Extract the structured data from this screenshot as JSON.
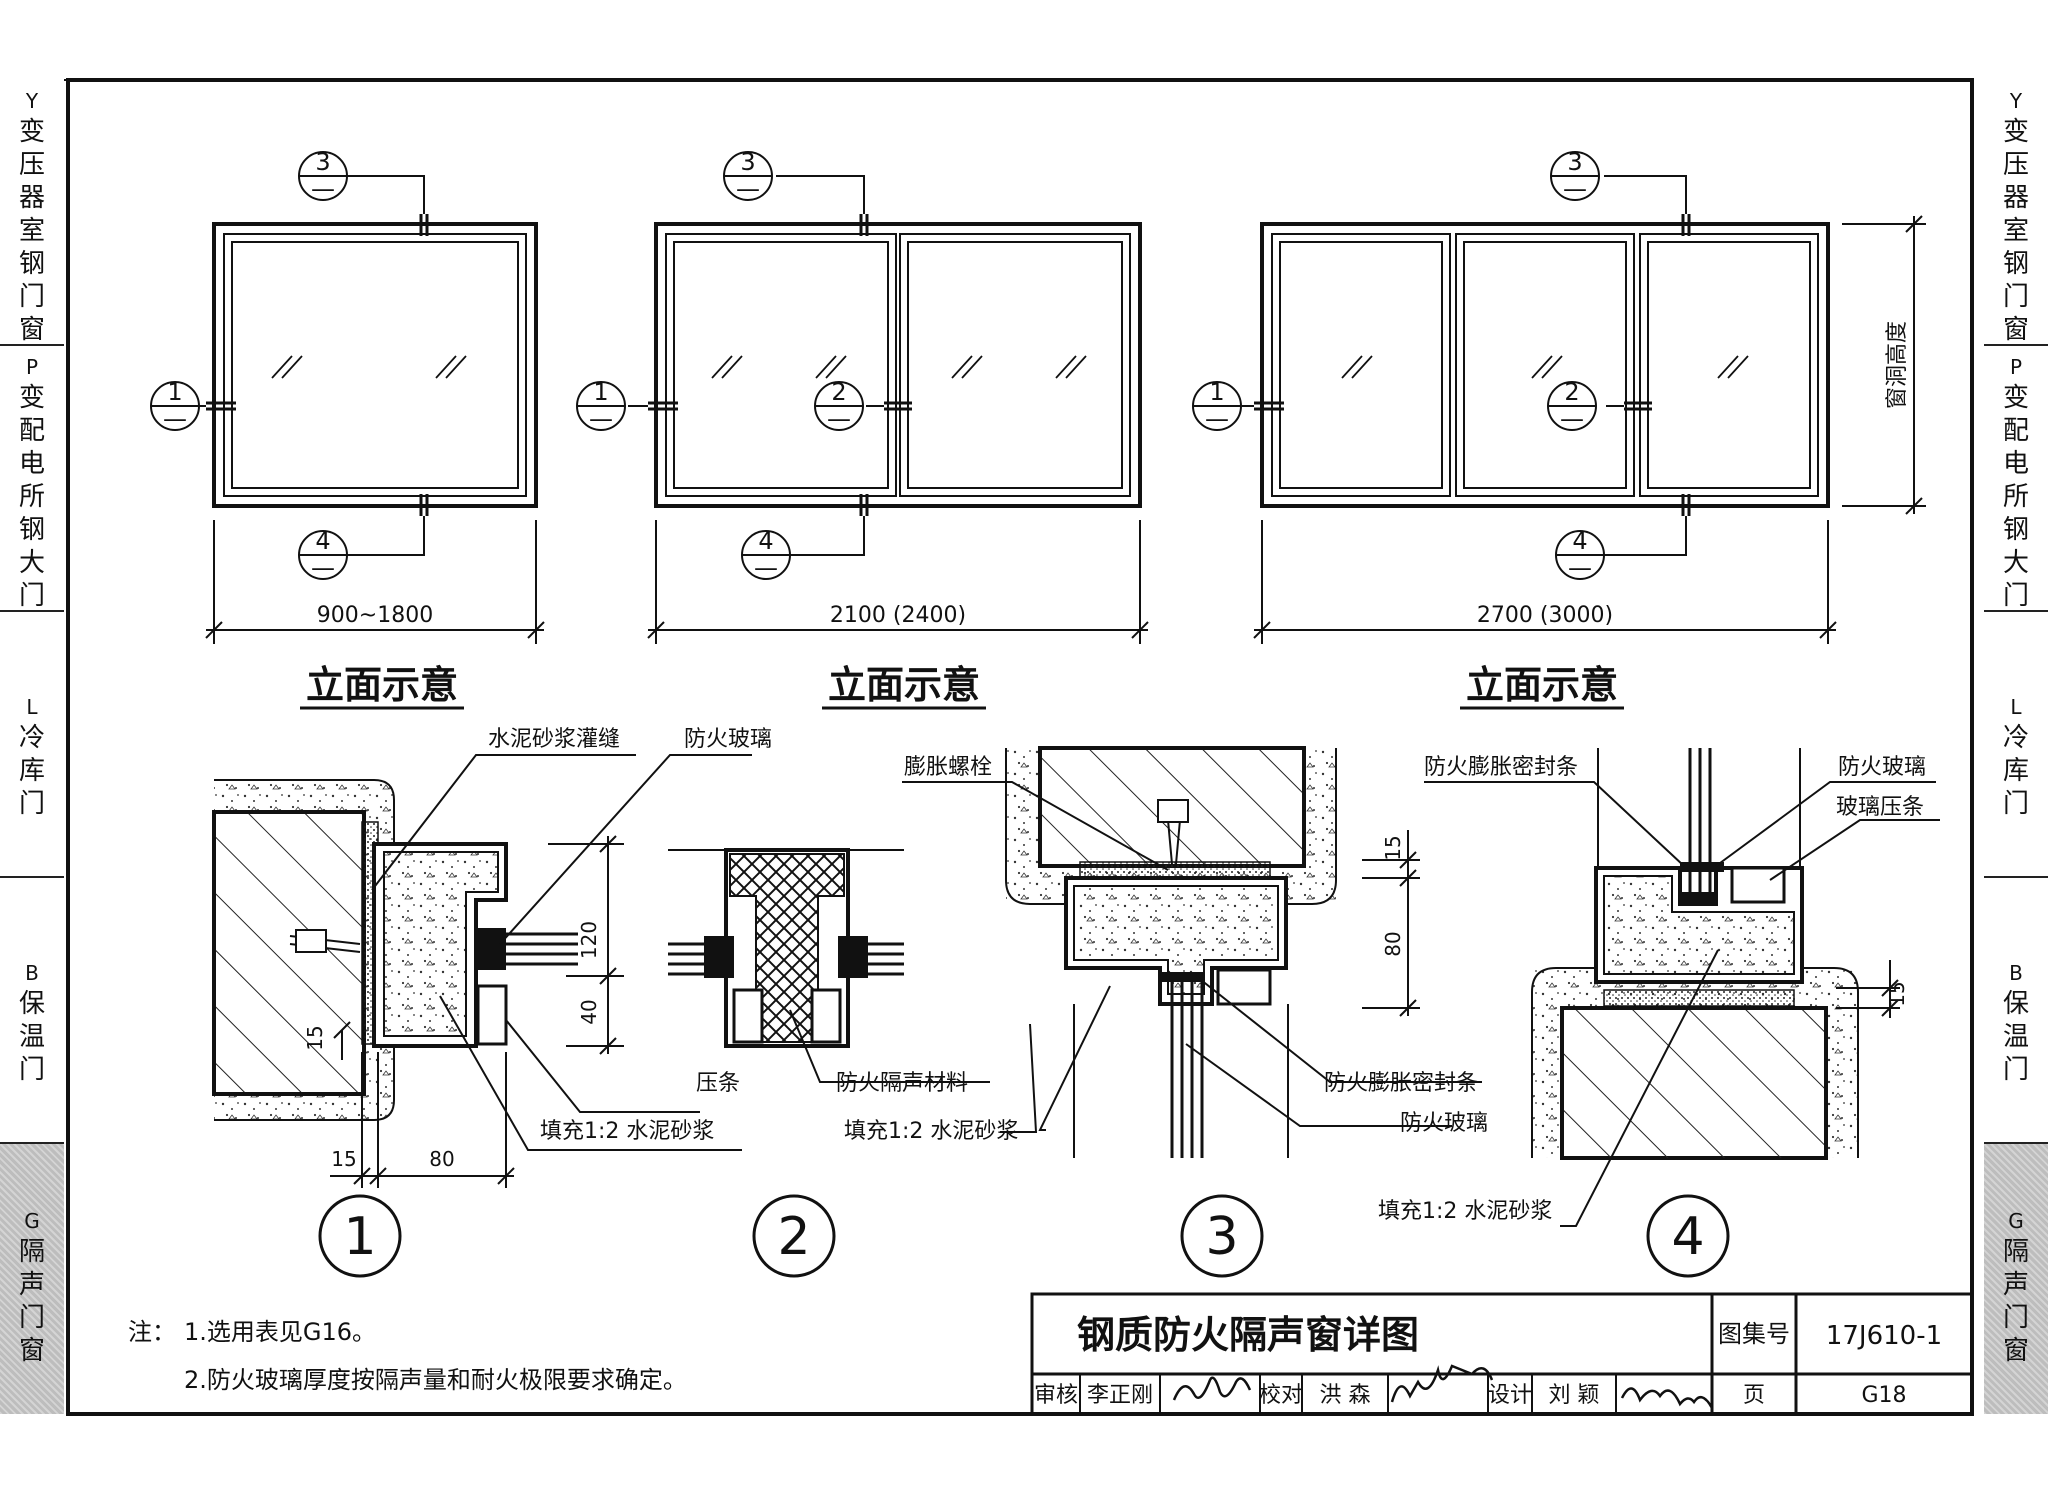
{
  "side_tabs": [
    {
      "letter": "Y",
      "label": "变压器室钢门窗",
      "active": false
    },
    {
      "letter": "P",
      "label": "变配电所钢大门",
      "active": false
    },
    {
      "letter": "L",
      "label": "冷库门",
      "active": false
    },
    {
      "letter": "B",
      "label": "保温门",
      "active": false
    },
    {
      "letter": "G",
      "label": "隔声门窗",
      "active": true
    }
  ],
  "elevations": [
    {
      "caption": "立面示意",
      "dimension": "900~1800"
    },
    {
      "caption": "立面示意",
      "dimension": "2100 (2400)"
    },
    {
      "caption": "立面示意",
      "dimension": "2700 (3000)"
    }
  ],
  "opening_height_label": "窗洞高度",
  "detail_marker_numbers": [
    "1",
    "2",
    "3",
    "4"
  ],
  "marker_dash": "—",
  "detail_numbers": [
    "1",
    "2",
    "3",
    "4"
  ],
  "detail1": {
    "labels": {
      "grout": "水泥砂浆灌缝",
      "glass": "防火玻璃",
      "bead": "压条",
      "fill": "填充1:2 水泥砂浆"
    },
    "dims": {
      "d120": "120",
      "d40": "40",
      "d15v": "15",
      "d15h": "15",
      "d80h": "80"
    }
  },
  "detail2": {
    "labels": {
      "acoustic": "防火隔声材料",
      "fill": "填充1:2 水泥砂浆"
    }
  },
  "detail3": {
    "labels": {
      "bolt": "膨胀螺栓",
      "seal": "防火膨胀密封条",
      "glass": "防火玻璃"
    },
    "dims": {
      "d15": "15",
      "d80": "80"
    }
  },
  "detail4": {
    "labels": {
      "seal": "防火膨胀密封条",
      "glass": "防火玻璃",
      "bead": "玻璃压条",
      "fill": "填充1:2 水泥砂浆"
    },
    "dims": {
      "d15": "15"
    }
  },
  "notes": {
    "prefix": "注：",
    "items": [
      "1.选用表见G16。",
      "2.防火玻璃厚度按隔声量和耐火极限要求确定。"
    ]
  },
  "title_block": {
    "title": "钢质防火隔声窗详图",
    "atlas_label": "图集号",
    "atlas_no": "17J610-1",
    "review_label": "审核",
    "reviewer": "李正刚",
    "check_label": "校对",
    "checker": "洪 森",
    "design_label": "设计",
    "designer": "刘 颖",
    "page_label": "页",
    "page_no": "G18"
  }
}
